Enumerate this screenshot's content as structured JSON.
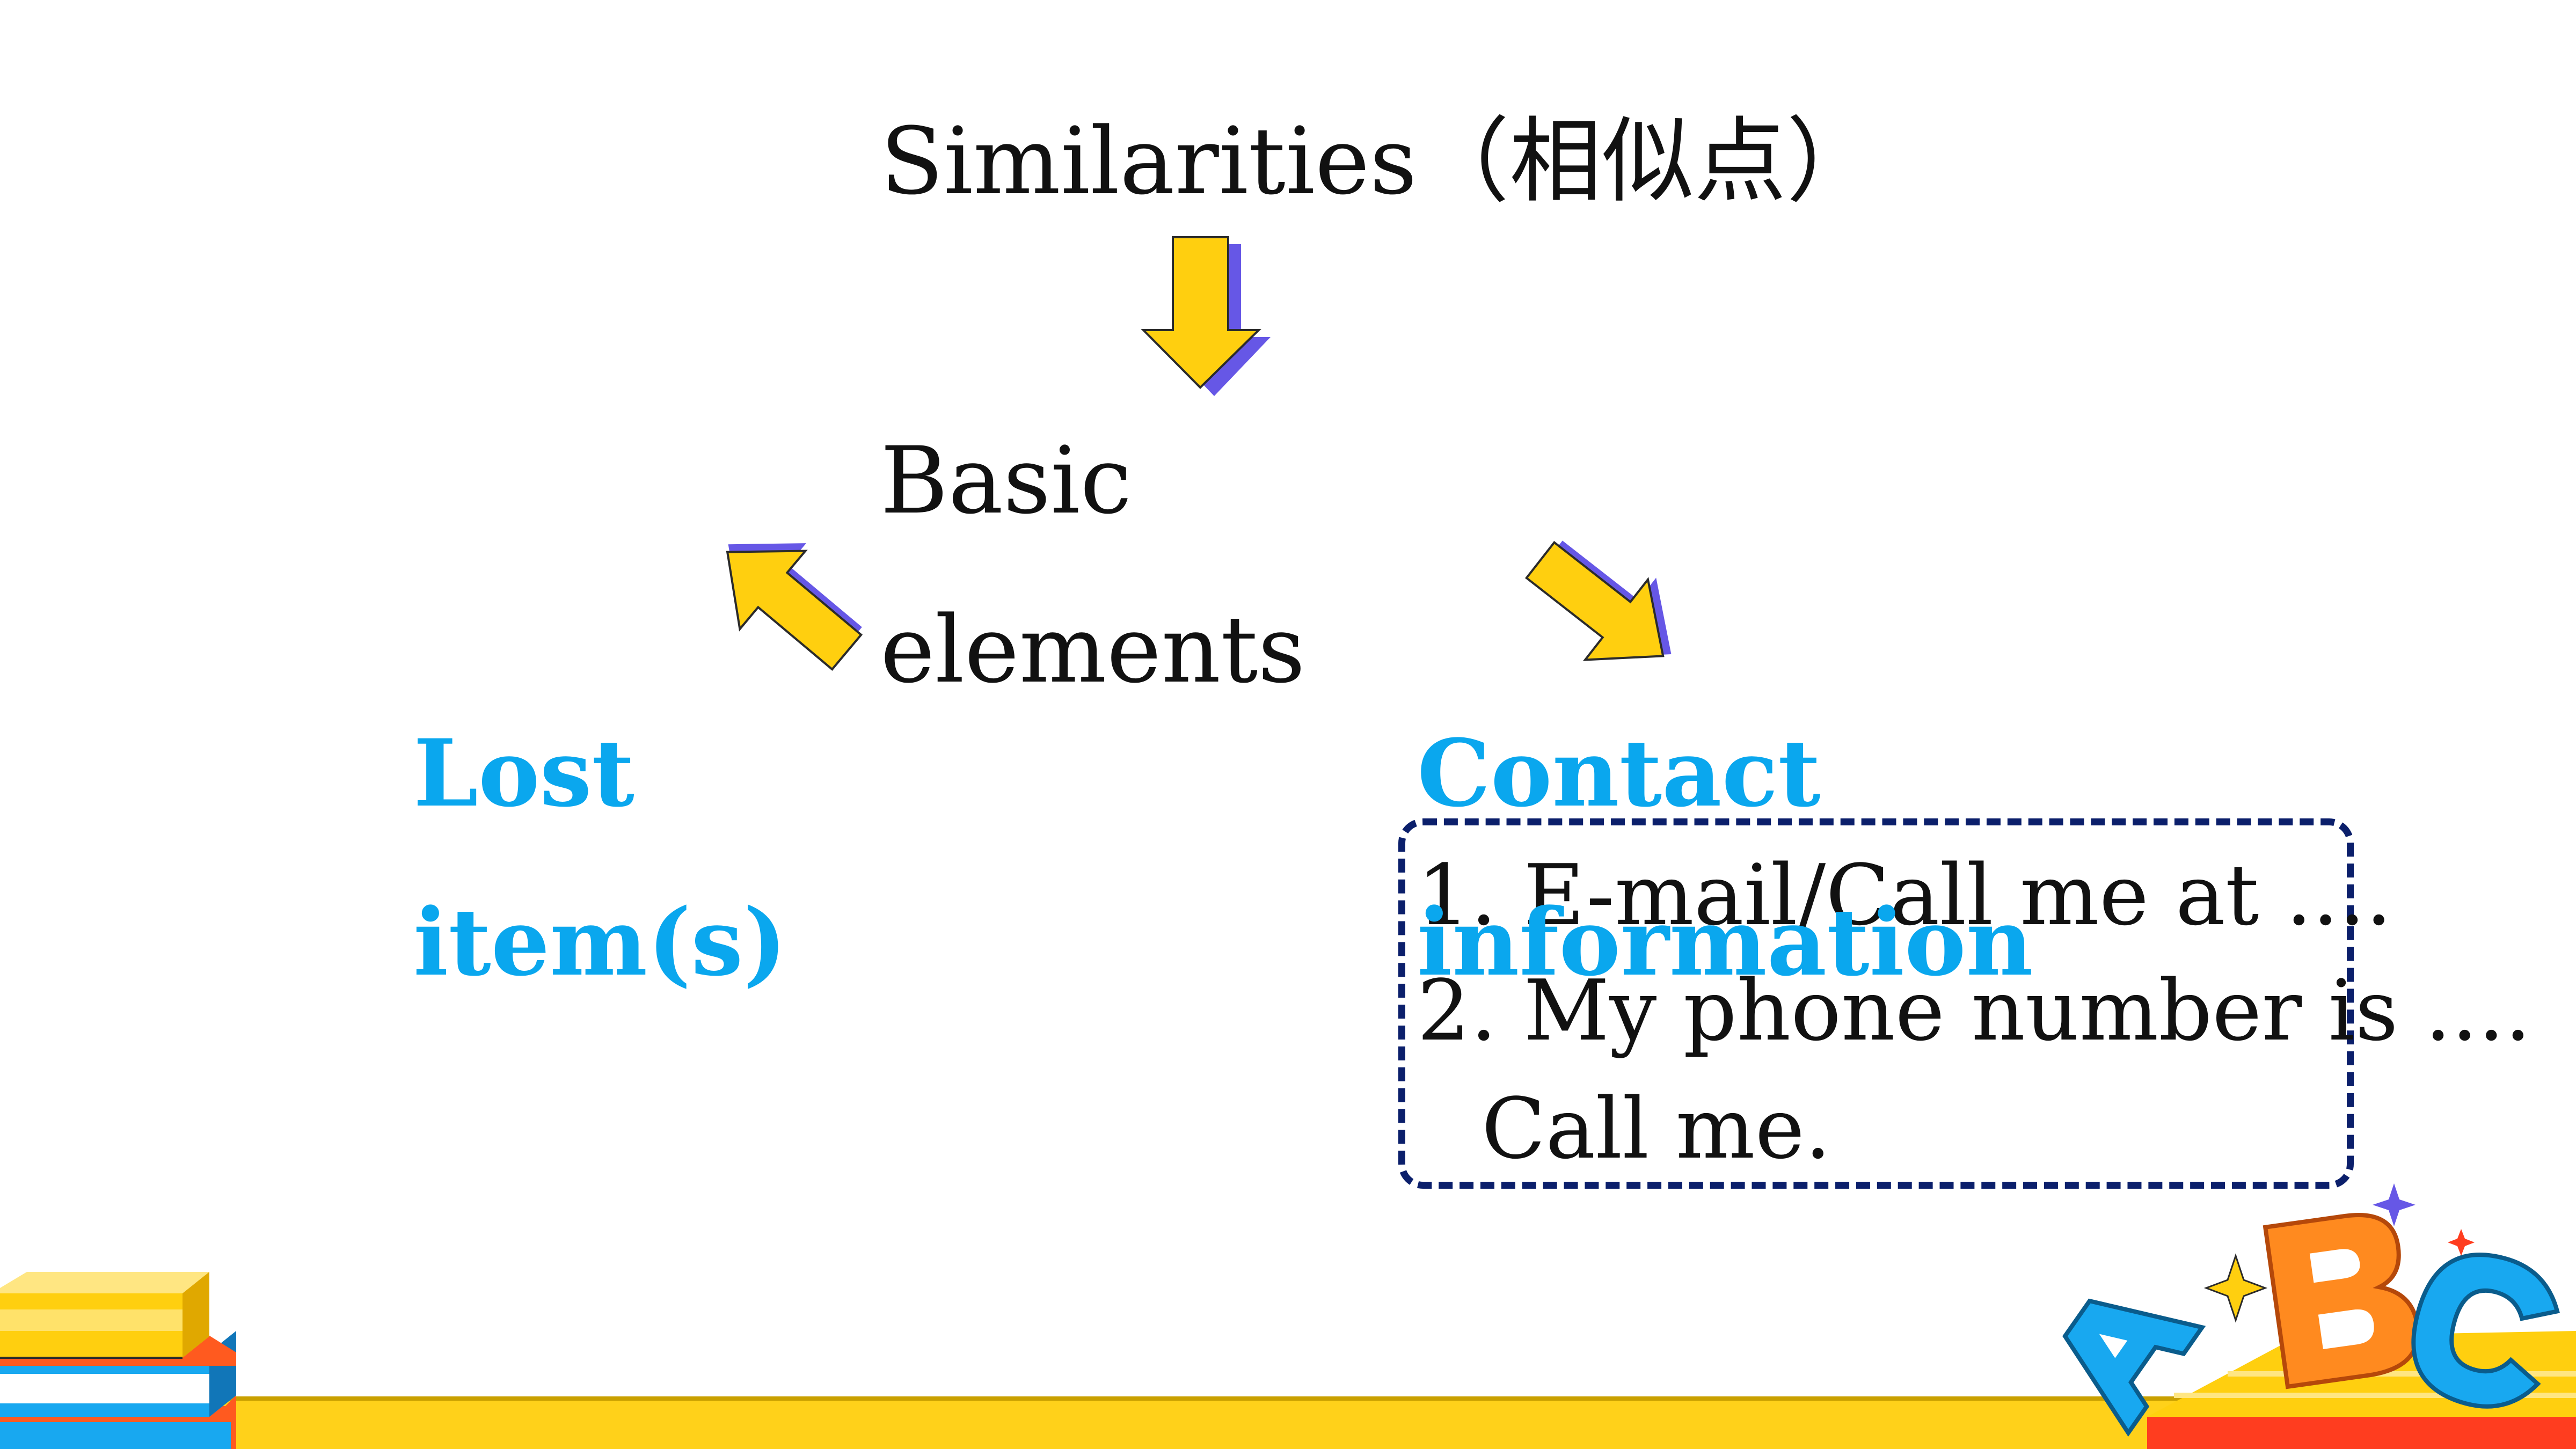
{
  "slide": {
    "title": "Similarities（相似点）",
    "center_label_line1": "Basic",
    "center_label_line2": "elements",
    "left_label_line1": "Lost",
    "left_label_line2": "item(s)",
    "right_label_line1": "Contact",
    "right_label_line2": "information",
    "contact_examples": {
      "line1": "1. E-mail/Call me at ....",
      "line2": "2. My phone number is ....",
      "line3": "Call me."
    }
  },
  "decorations": {
    "letters": [
      "A",
      "B",
      "C"
    ],
    "icons": [
      "arrow-down-icon",
      "arrow-down-left-icon",
      "arrow-down-right-icon",
      "books-stack-icon",
      "sparkle-icon"
    ]
  },
  "colors": {
    "label_blue": "#0aa7ee",
    "arrow_yellow": "#ffcf0f",
    "arrow_shadow": "#6657e6",
    "dash_border": "#0b1f6b",
    "bottom_band": "#ffd11a",
    "letter_orange": "#ff8a1f",
    "letter_blue": "#18a8f0"
  }
}
